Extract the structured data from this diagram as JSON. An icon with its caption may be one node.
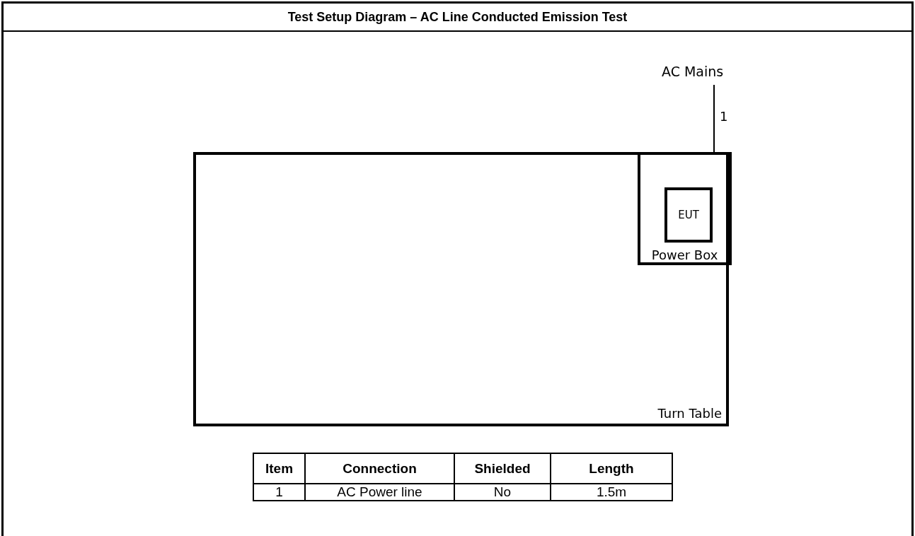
{
  "diagram": {
    "title": "Test Setup Diagram – AC Line Conducted Emission Test",
    "nodes": [
      {
        "text": [
          "AC Mains"
        ]
      },
      {
        "text": [
          "Turn Table"
        ]
      },
      {
        "text": [
          "Power Box"
        ],
        "in": 1
      },
      {
        "text": [
          "EUT"
        ],
        "in": 2
      }
    ],
    "edges": [
      {
        "from": 0,
        "to": 2,
        "arrow": "none",
        "label": "1"
      }
    ],
    "labels": [
      "Item",
      "Connection",
      "Shielded",
      "Length",
      "1",
      "AC Power line",
      "No",
      "1.5m"
    ]
  }
}
